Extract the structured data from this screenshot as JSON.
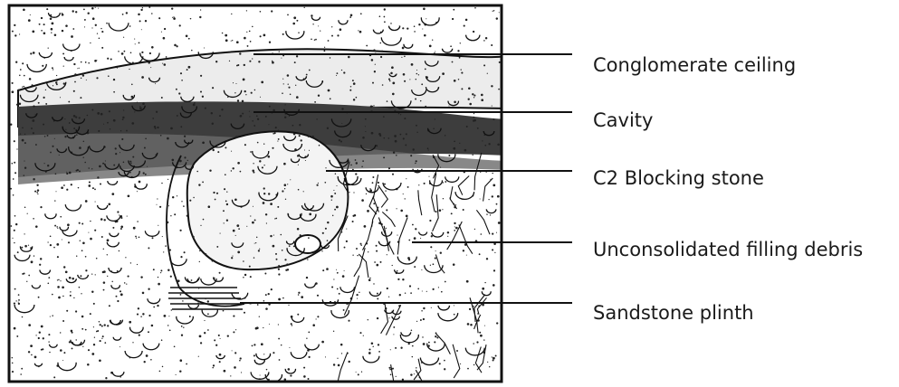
{
  "diagram": {
    "labels": [
      {
        "id": "conglomerate-ceiling",
        "text": "Conglomerate ceiling"
      },
      {
        "id": "cavity",
        "text": "Cavity"
      },
      {
        "id": "c2-blocking-stone",
        "text": "C2 Blocking stone"
      },
      {
        "id": "unconsolidated-filling-debris",
        "text": "Unconsolidated filling debris"
      },
      {
        "id": "sandstone-plinth",
        "text": "Sandstone plinth"
      }
    ]
  }
}
